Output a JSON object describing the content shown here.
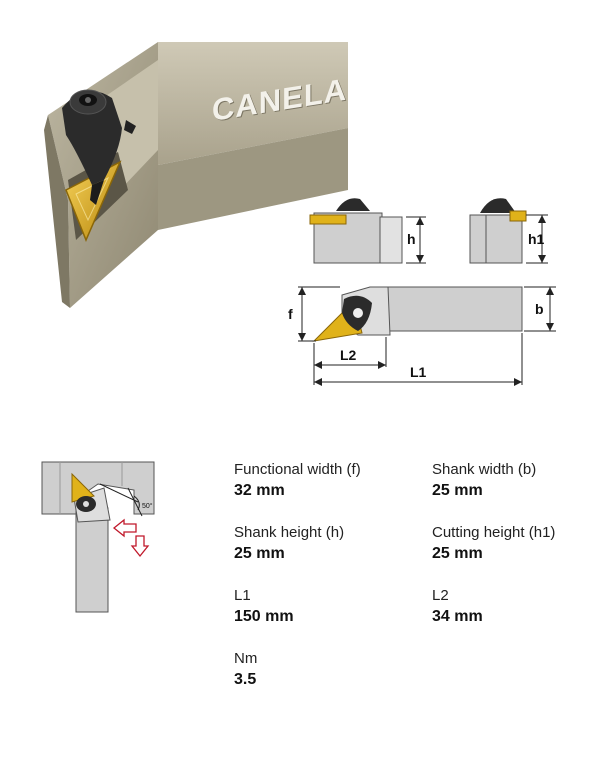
{
  "product": {
    "brand": "CANELA"
  },
  "drawing": {
    "label_h": "h",
    "label_h1": "h1",
    "label_f": "f",
    "label_b": "b",
    "label_l1": "L1",
    "label_l2": "L2"
  },
  "approach": {
    "angle_label": "50°"
  },
  "specs": [
    {
      "label": "Functional width (f)",
      "value": "32 mm"
    },
    {
      "label": "Shank width (b)",
      "value": "25 mm"
    },
    {
      "label": "Shank height (h)",
      "value": "25 mm"
    },
    {
      "label": "Cutting height (h1)",
      "value": "25 mm"
    },
    {
      "label": "L1",
      "value": "150 mm"
    },
    {
      "label": "L2",
      "value": "34 mm"
    },
    {
      "label": "Nm",
      "value": "3.5"
    }
  ],
  "colors": {
    "shank": "#b5ad97",
    "insert": "#e0b21a",
    "clamp": "#2b2b2b",
    "arrow": "#c0182a",
    "drawing_gray": "#cfcfcf"
  }
}
